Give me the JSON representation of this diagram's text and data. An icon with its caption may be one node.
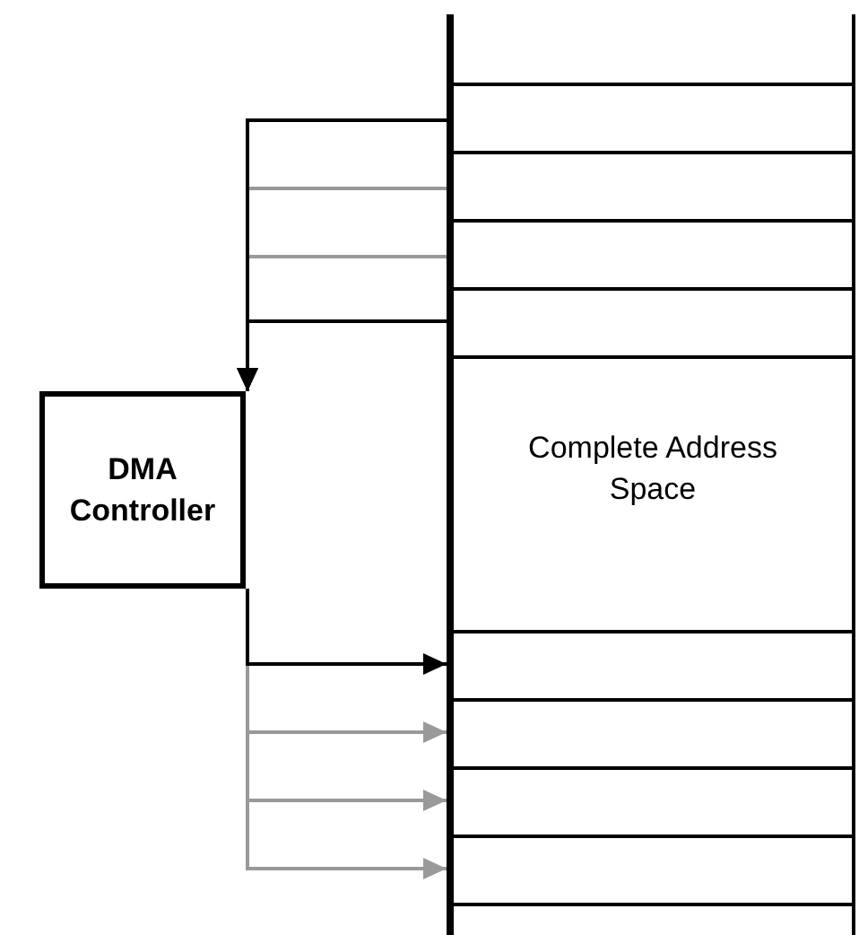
{
  "diagram": {
    "nodes": [
      {
        "text": [
          "Complete Address Space"
        ]
      },
      {
        "text": [
          "DMA Controller"
        ]
      }
    ],
    "edges": [
      {
        "from": 0,
        "to": 1,
        "arrow": "to",
        "color": "#000000"
      },
      {
        "from": 0,
        "to": 1,
        "arrow": "to"
      },
      {
        "from": 0,
        "to": 1,
        "arrow": "to"
      },
      {
        "from": 0,
        "to": 1,
        "arrow": "to",
        "color": "#000000"
      },
      {
        "from": 1,
        "to": 0,
        "arrow": "to",
        "color": "#000000"
      },
      {
        "from": 1,
        "to": 0,
        "arrow": "to"
      },
      {
        "from": 1,
        "to": 0,
        "arrow": "to"
      },
      {
        "from": 1,
        "to": 0,
        "arrow": "to"
      }
    ]
  }
}
